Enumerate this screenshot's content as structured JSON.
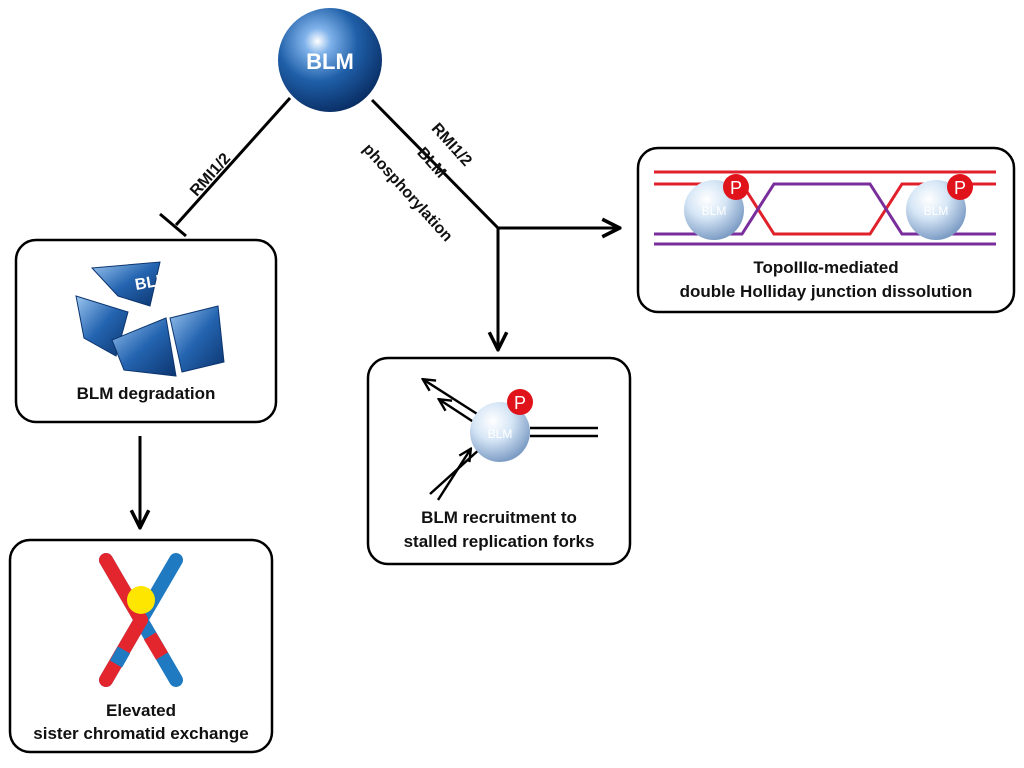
{
  "diagram": {
    "top_node": {
      "label": "BLM"
    },
    "edges": {
      "left_label": "RMI1/2",
      "right_label_1": "RMI1/2",
      "right_label_2": "BLM",
      "right_label_3": "phosphorylation"
    },
    "boxes": {
      "degradation": {
        "caption": "BLM degradation",
        "fragment_text": "BLM"
      },
      "sce": {
        "caption_line1": "Elevated",
        "caption_line2": "sister chromatid exchange"
      },
      "fork": {
        "caption_line1": "BLM recruitment to",
        "caption_line2": "stalled replication forks",
        "sphere_label": "BLM",
        "phospho_label": "P"
      },
      "dhj": {
        "caption_line1": "TopoIIIα-mediated",
        "caption_line2": "double Holliday junction dissolution",
        "sphere_left_label": "BLM",
        "sphere_right_label": "BLM",
        "phospho_label": "P"
      }
    },
    "colors": {
      "blm_blue": "#1f5fa8",
      "strand_red": "#e0202a",
      "strand_purple": "#7a2e9c",
      "chromosome_red": "#e3262e",
      "chromosome_blue": "#1f7ac2",
      "centromere_yellow": "#ffe600",
      "phospho_red": "#e0131b"
    }
  }
}
